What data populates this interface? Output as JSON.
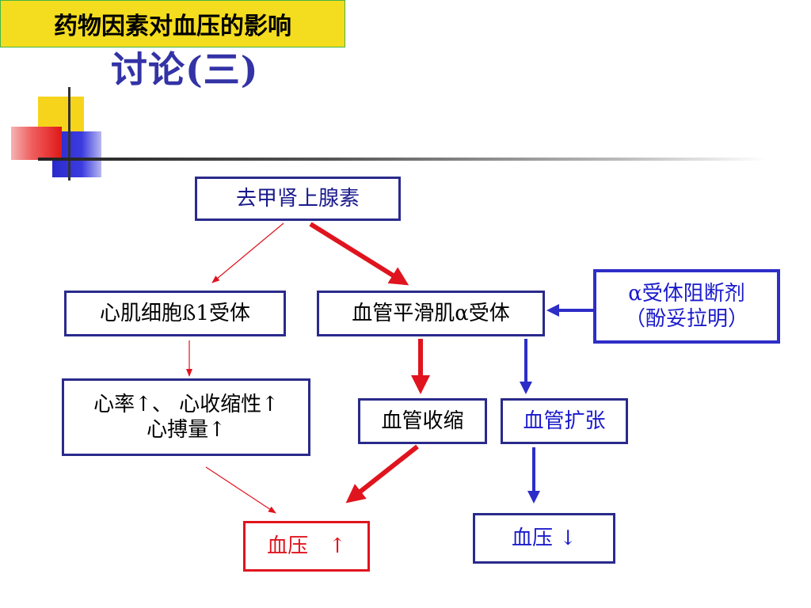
{
  "slide": {
    "title": "讨论(三)",
    "subtitle": "药物因素对血压的影响"
  },
  "nodes": {
    "norepinephrine": "去甲肾上腺素",
    "beta1_receptor": "心肌细胞ß1受体",
    "alpha_receptor": "血管平滑肌α受体",
    "alpha_blocker_line1": "α受体阻断剂",
    "alpha_blocker_line2": "（酚妥拉明）",
    "heart_effects_line1": "心率↑、 心收缩性↑",
    "heart_effects_line2": "心搏量↑",
    "vasoconstriction": "血管收缩",
    "vasodilation": "血管扩张",
    "bp_up": "血压　↑",
    "bp_down": "血压 ↓"
  },
  "colors": {
    "title": "#3333a6",
    "subtitle_bg": "#f4dc1e",
    "box_border": "#2a2a8c",
    "blue_arrow": "#2d2dc8",
    "red_arrow": "#e0141e"
  }
}
